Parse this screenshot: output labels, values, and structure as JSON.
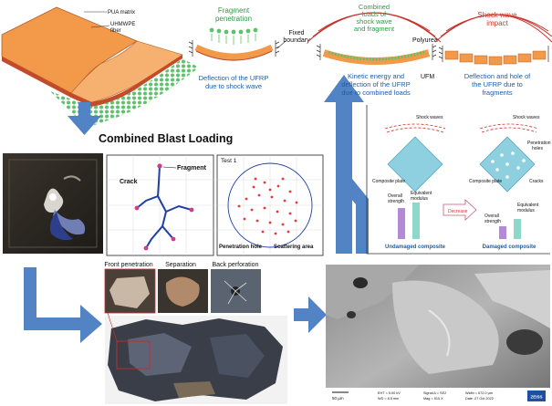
{
  "laminate": {
    "matrix_label": "PUA matrix",
    "fiber_label_line1": "UHMWPE",
    "fiber_label_line2": "fiber"
  },
  "heading": "Combined Blast Loading",
  "stage_fragment": {
    "label_line1": "Fragment",
    "label_line2": "penetration",
    "caption_line1": "Deflection of the UFRP",
    "caption_line2": "due to shock wave",
    "fixed_line1": "Fixed",
    "fixed_line2": "boundary"
  },
  "stage_combined": {
    "label_line1": "Combined",
    "label_line2": "loads of",
    "label_line3": "shock wave",
    "label_line4": "and fragment",
    "caption_line1": "Kinetic energy and",
    "caption_line2": "deflection of the UFRP",
    "caption_line3": "due to combined loads",
    "polyurea": "Polyurea",
    "ufm": "UFM"
  },
  "stage_impact": {
    "label_line1": "Shock wave",
    "label_line2": "impact",
    "caption_line1": "Deflection and hole of",
    "caption_line2": "the UFRP due to",
    "caption_line3": "fragments"
  },
  "crack_diagram": {
    "crack": "Crack",
    "fragment": "Fragment"
  },
  "hole_diagram": {
    "title": "Test 1",
    "hole": "Penetration hole",
    "area": "Scattering area"
  },
  "strength_panel": {
    "left_shock": "Shock waves",
    "left_plate": "Composite plate",
    "left_bar1_l1": "Overall",
    "left_bar1_l2": "strength",
    "left_bar2_l1": "Equivalent",
    "left_bar2_l2": "modulus",
    "left_caption": "Undamaged composite",
    "decrease": "Decrease",
    "right_shock": "Shock waves",
    "right_holes_l1": "Penetration",
    "right_holes_l2": "holes",
    "right_plate": "Composite plate",
    "right_cracks": "Cracks",
    "right_bar1_l1": "Overall",
    "right_bar1_l2": "strength",
    "right_bar2_l1": "Equivalent",
    "right_bar2_l2": "modulus",
    "right_caption": "Damaged composite"
  },
  "damage_modes": {
    "front": "Front penetration",
    "separation": "Separation",
    "back": "Back perforation"
  },
  "sem": {
    "scale": "50 µm",
    "c1l1": "EHT = 5.00 kV",
    "c1l2": "WD = 8.5 mm",
    "c2l1": "Signal A = SE2",
    "c2l2": "Mag = 510 X",
    "c3l1": "Width = 672.0 µm",
    "c3l2": "Date :27 Oct 2022",
    "logo": "ZEISS"
  },
  "colors": {
    "arrow": "#5283c4",
    "plate": "#f2994a",
    "fragment": "#5cc36b",
    "shock": "#c8322b",
    "text_blue": "#1c5ea8",
    "text_green": "#2e9a48"
  }
}
